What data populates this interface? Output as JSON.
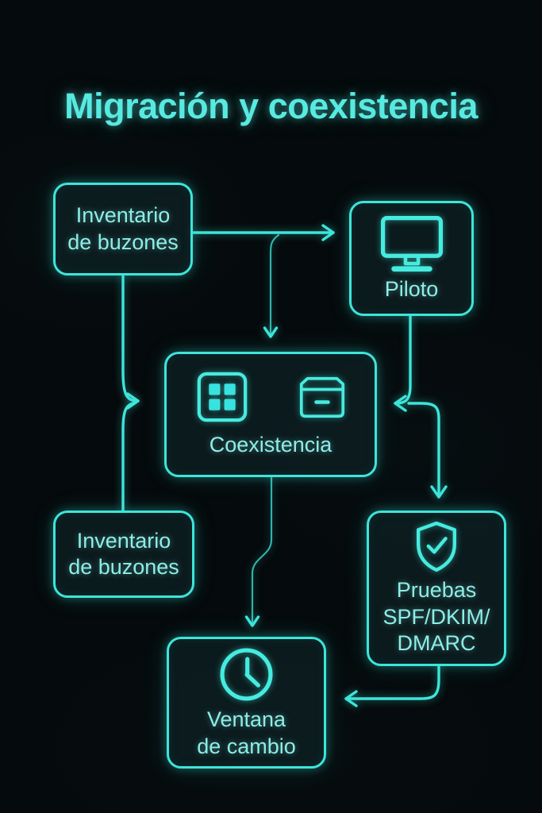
{
  "title": "Migración y coexistencia",
  "colors": {
    "background": "#050a0c",
    "accent": "#3de5da",
    "icon_stroke": "#46ebdf",
    "grid_icon_fill": "#38e2de",
    "node_fill": "#0d2123",
    "text": "#8ceee7",
    "title_text": "#57eae1"
  },
  "nodes": {
    "inventario_top": {
      "lines": [
        "Inventario",
        "de buzones"
      ]
    },
    "piloto": {
      "icon": "monitor-icon",
      "lines": [
        "Piloto"
      ]
    },
    "coexistencia": {
      "icons": [
        "app-grid-icon",
        "archive-box-icon"
      ],
      "lines": [
        "Coexistencia"
      ]
    },
    "inventario_bottom": {
      "lines": [
        "Inventario",
        "de buzones"
      ]
    },
    "pruebas": {
      "icon": "shield-check-icon",
      "lines": [
        "Pruebas",
        "SPF/DKIM/",
        "DMARC"
      ]
    },
    "ventana": {
      "icon": "clock-icon",
      "lines": [
        "Ventana",
        "de cambio"
      ]
    }
  },
  "edges": [
    {
      "from": "inventario_top",
      "to": "piloto"
    },
    {
      "from": "inventario_top",
      "to": "coexistencia"
    },
    {
      "from": "inventario_bottom",
      "to": "coexistencia"
    },
    {
      "from": "piloto",
      "to": "coexistencia"
    },
    {
      "from": "piloto",
      "to": "pruebas"
    },
    {
      "from": "coexistencia",
      "to": "ventana"
    },
    {
      "from": "pruebas",
      "to": "ventana"
    }
  ]
}
